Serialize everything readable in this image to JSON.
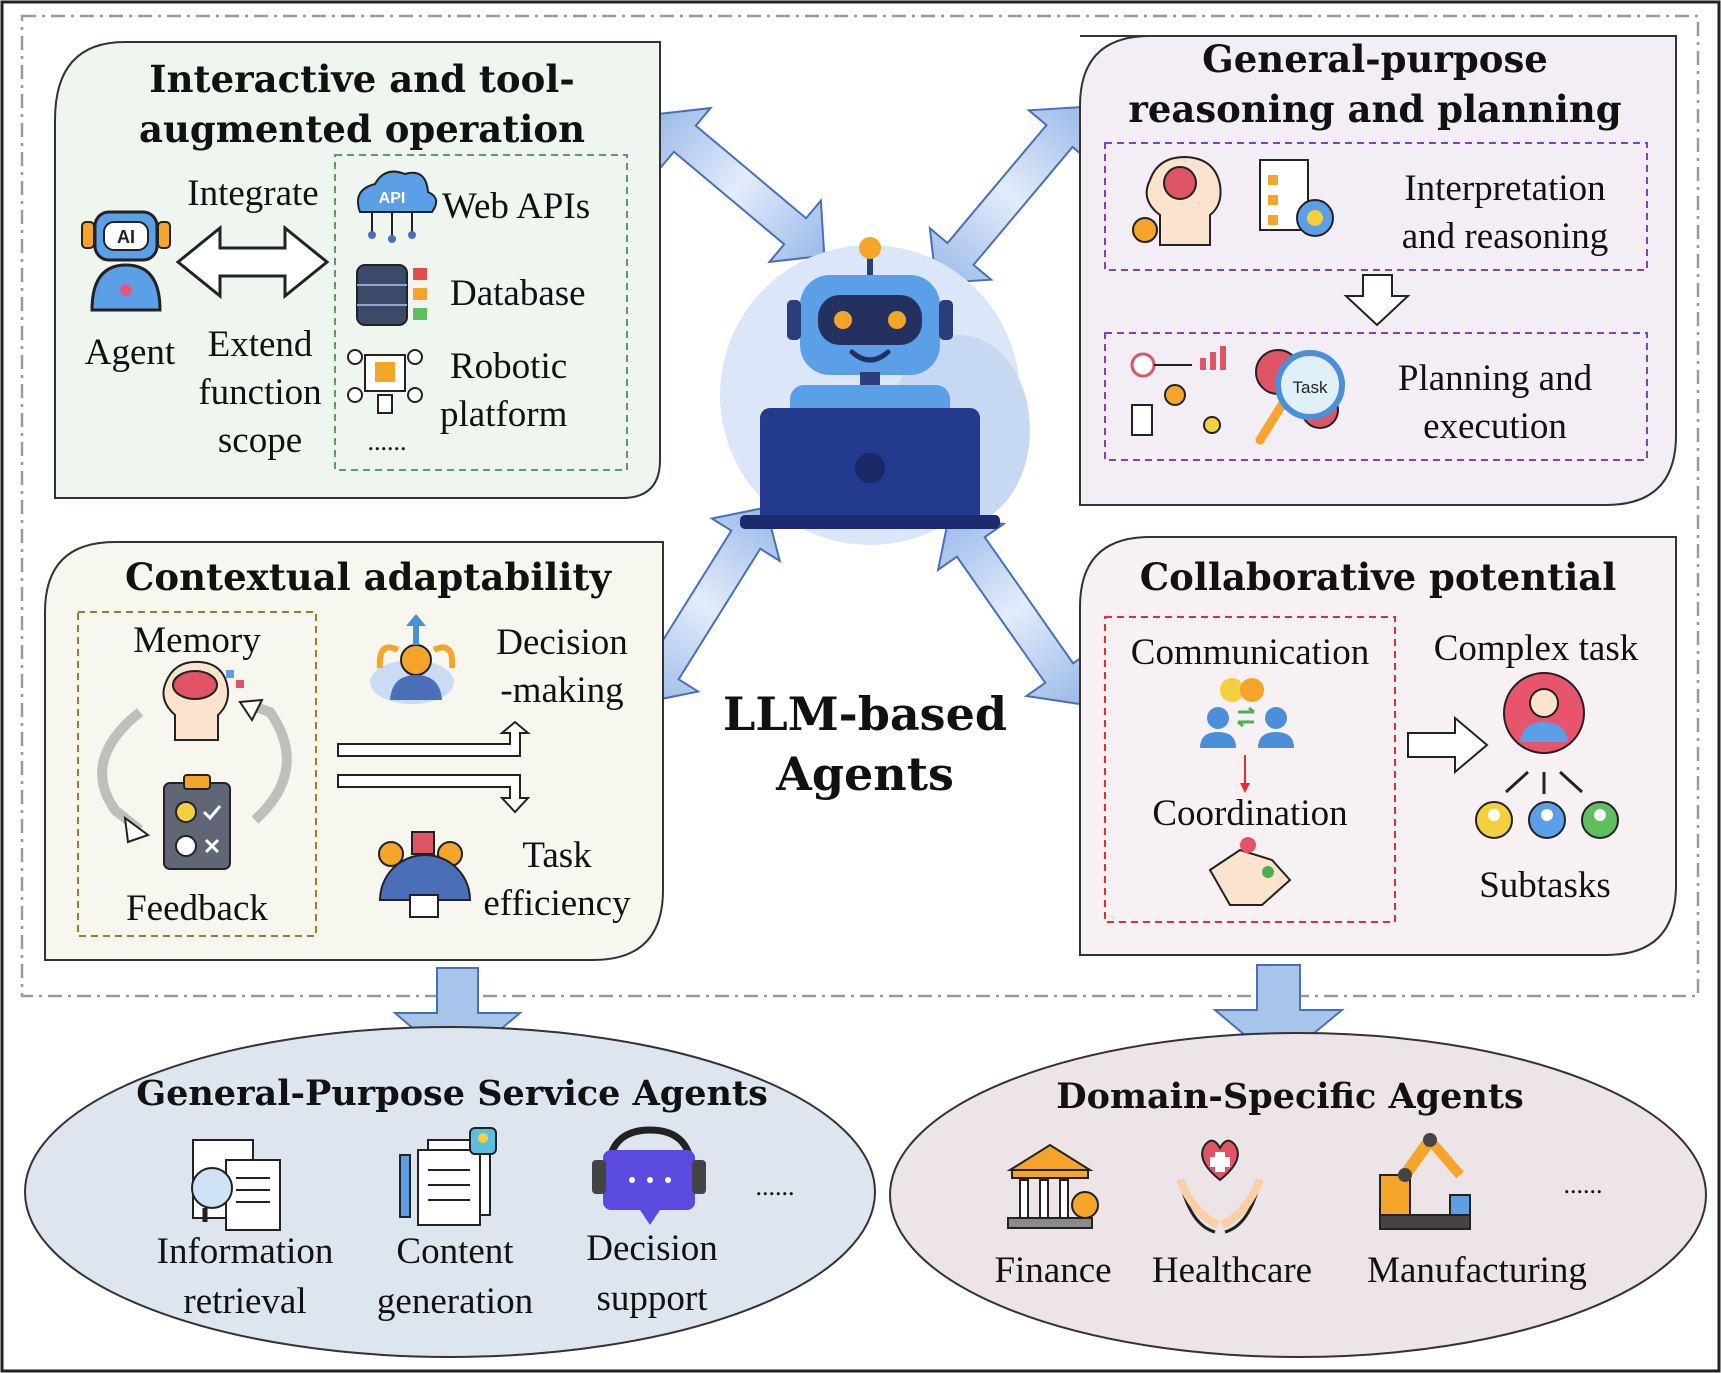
{
  "center": {
    "title_line1": "LLM-based",
    "title_line2": "Agents"
  },
  "panels": {
    "interactive": {
      "title_line1": "Interactive and tool-",
      "title_line2": "augmented operation",
      "integrate": "Integrate",
      "agent": "Agent",
      "extend_line1": "Extend",
      "extend_line2": "function",
      "extend_line3": "scope",
      "tools": [
        "Web APIs",
        "Database",
        "Robotic",
        "platform"
      ],
      "ellipsis": "......",
      "api_badge": "API"
    },
    "reasoning": {
      "title_line1": "General-purpose",
      "title_line2": "reasoning and planning",
      "interp_line1": "Interpretation",
      "interp_line2": "and reasoning",
      "plan_line1": "Planning and",
      "plan_line2": "execution",
      "task_badge": "Task"
    },
    "contextual": {
      "title": "Contextual adaptability",
      "memory": "Memory",
      "feedback": "Feedback",
      "decision_line1": "Decision",
      "decision_line2": "-making",
      "task_line1": "Task",
      "task_line2": "efficiency"
    },
    "collaborative": {
      "title": "Collaborative potential",
      "communication": "Communication",
      "coordination": "Coordination",
      "complex_task": "Complex task",
      "subtasks": "Subtasks"
    }
  },
  "ellipses": {
    "general": {
      "title": "General-Purpose Service Agents",
      "items": [
        {
          "line1": "Information",
          "line2": "retrieval"
        },
        {
          "line1": "Content",
          "line2": "generation"
        },
        {
          "line1": "Decision",
          "line2": "support"
        }
      ],
      "ellipsis": "......"
    },
    "domain": {
      "title": "Domain-Specific Agents",
      "items": [
        "Finance",
        "Healthcare",
        "Manufacturing"
      ],
      "ellipsis": "......"
    }
  },
  "colors": {
    "panel_green": "#eef6ef",
    "panel_purple": "#f3eef6",
    "panel_beige": "#f7f7ef",
    "panel_pink": "#f8f1f4",
    "ellipse_blue": "#dde5ee",
    "ellipse_pink": "#ece4e6",
    "arrow_blue": "#a9c4ea",
    "robot_blue": "#5b9fe6",
    "laptop_navy": "#243a8f"
  }
}
